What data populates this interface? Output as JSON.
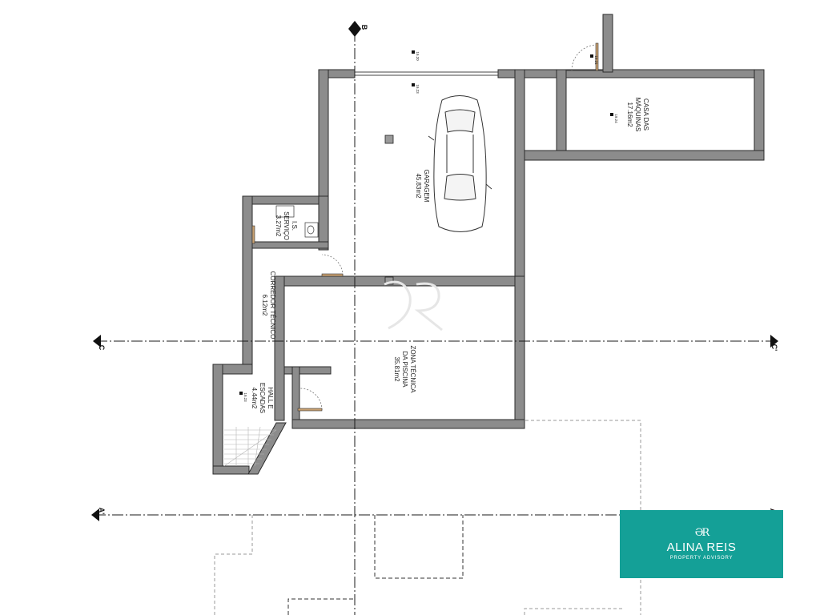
{
  "colors": {
    "wall_fill": "#8c8c8c",
    "wall_stroke": "#2b2b2b",
    "axis_line": "#1a1a1a",
    "dashed_line": "#9a9a9a",
    "brand_bg": "#14a097"
  },
  "rooms": {
    "garagem": [
      "GARAGEM",
      "45.83m2"
    ],
    "casa_maquinas": [
      "CASA DAS",
      "MÁQUINAS",
      "17.16m2"
    ],
    "ls_servico": [
      "I.S.",
      "SERVIÇO",
      "3.27m2"
    ],
    "corredor": [
      "CORREDOR TÉCNICO",
      "6.12m2"
    ],
    "hall": [
      "HALL E",
      "ESCADAS",
      "4.44m2"
    ],
    "zona_tecnica": [
      "ZONA TÉCNICA",
      "DA PISCINA",
      "35.81m2"
    ]
  },
  "levels": {
    "top_opening": "19.20",
    "garage": "19.23",
    "machine_door": "19.21",
    "machine_room": "19.24",
    "hall": "19.23"
  },
  "sections": {
    "b": "B",
    "c_left": "C",
    "c_right": "C'",
    "a_left": "A'",
    "a_right": "A"
  },
  "brand": {
    "logo": "ƏR",
    "name": "ALINA REIS",
    "subtitle": "PROPERTY ADVISORY"
  }
}
